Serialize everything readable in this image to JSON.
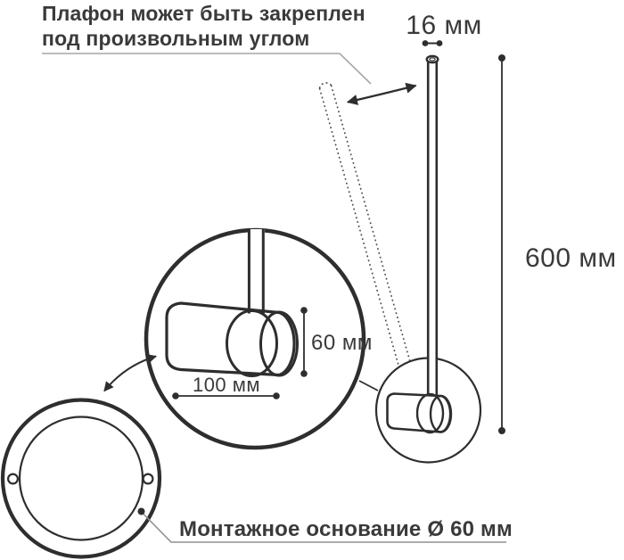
{
  "colors": {
    "ink": "#2e2e2e",
    "text": "#3a3a3a",
    "leader": "#a6a6a6"
  },
  "annotations": {
    "tilt_note": {
      "line1": "Плафон может быть закреплен",
      "line2": "под произвольным углом"
    },
    "mount_base": {
      "label": "Монтажное основание Ø 60 мм"
    }
  },
  "dimensions": {
    "tube_width": {
      "label": "16 мм"
    },
    "lamp_height": {
      "label": "600 мм"
    },
    "shade_height": {
      "label": "60 мм"
    },
    "shade_length": {
      "label": "100 мм"
    }
  }
}
